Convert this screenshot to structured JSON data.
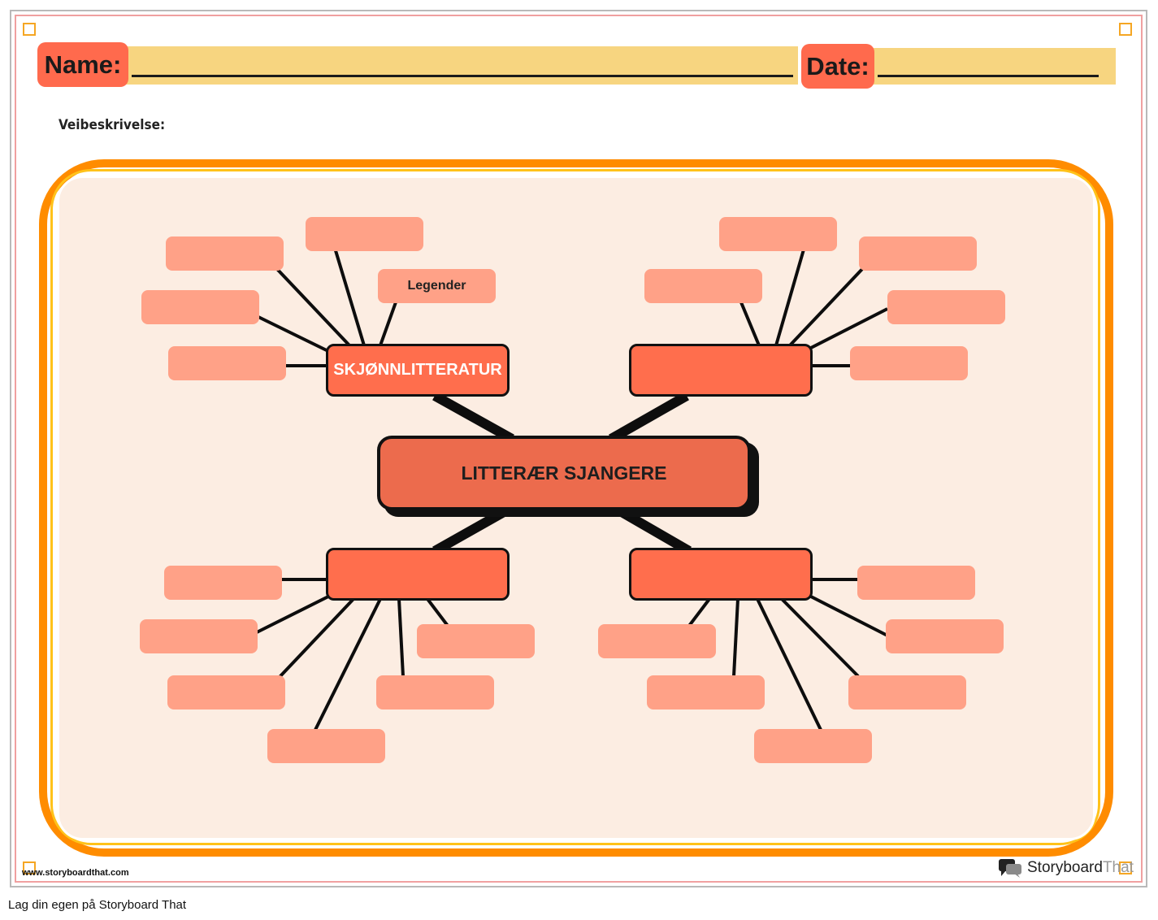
{
  "header": {
    "name_label": "Name:",
    "date_label": "Date:"
  },
  "instructions_label": "Veibeskrivelse:",
  "mindmap": {
    "center": "LITTERÆR SJANGERE",
    "branches": [
      {
        "label": "SKJØNNLITTERATUR",
        "leaves": [
          "",
          "",
          "Legender",
          "",
          ""
        ]
      },
      {
        "label": "",
        "leaves": [
          "",
          "",
          "",
          "",
          ""
        ]
      },
      {
        "label": "",
        "leaves": [
          "",
          "",
          "",
          "",
          "",
          ""
        ]
      },
      {
        "label": "",
        "leaves": [
          "",
          "",
          "",
          "",
          "",
          ""
        ]
      }
    ]
  },
  "footer": {
    "url": "www.storyboardthat.com",
    "logo_story": "Storyboard",
    "logo_that": "That"
  },
  "caption": "Lag din egen på Storyboard That",
  "colors": {
    "orange_border": "#ff8c00",
    "yellow_border": "#ffc21a",
    "board_fill": "#fcede2",
    "branch_fill": "#ff6e4d",
    "center_fill": "#ec6b4d",
    "leaf_fill": "#ffa187",
    "label_fill": "#ff6a4d",
    "field_fill": "#f7d580"
  }
}
